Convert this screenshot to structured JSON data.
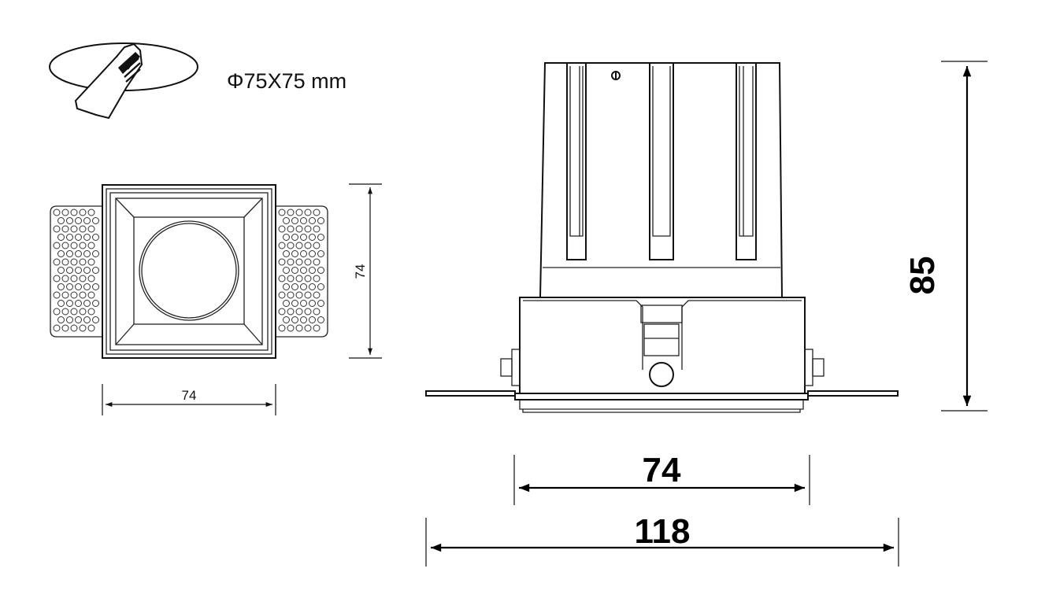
{
  "spec": {
    "cutout_label": "Φ75X75 mm"
  },
  "top_view": {
    "width_label": "74",
    "height_label": "74"
  },
  "side_view": {
    "inner_width_label": "74",
    "overall_width_label": "118",
    "height_label": "85"
  },
  "colors": {
    "line": "#111111",
    "background": "#ffffff"
  }
}
